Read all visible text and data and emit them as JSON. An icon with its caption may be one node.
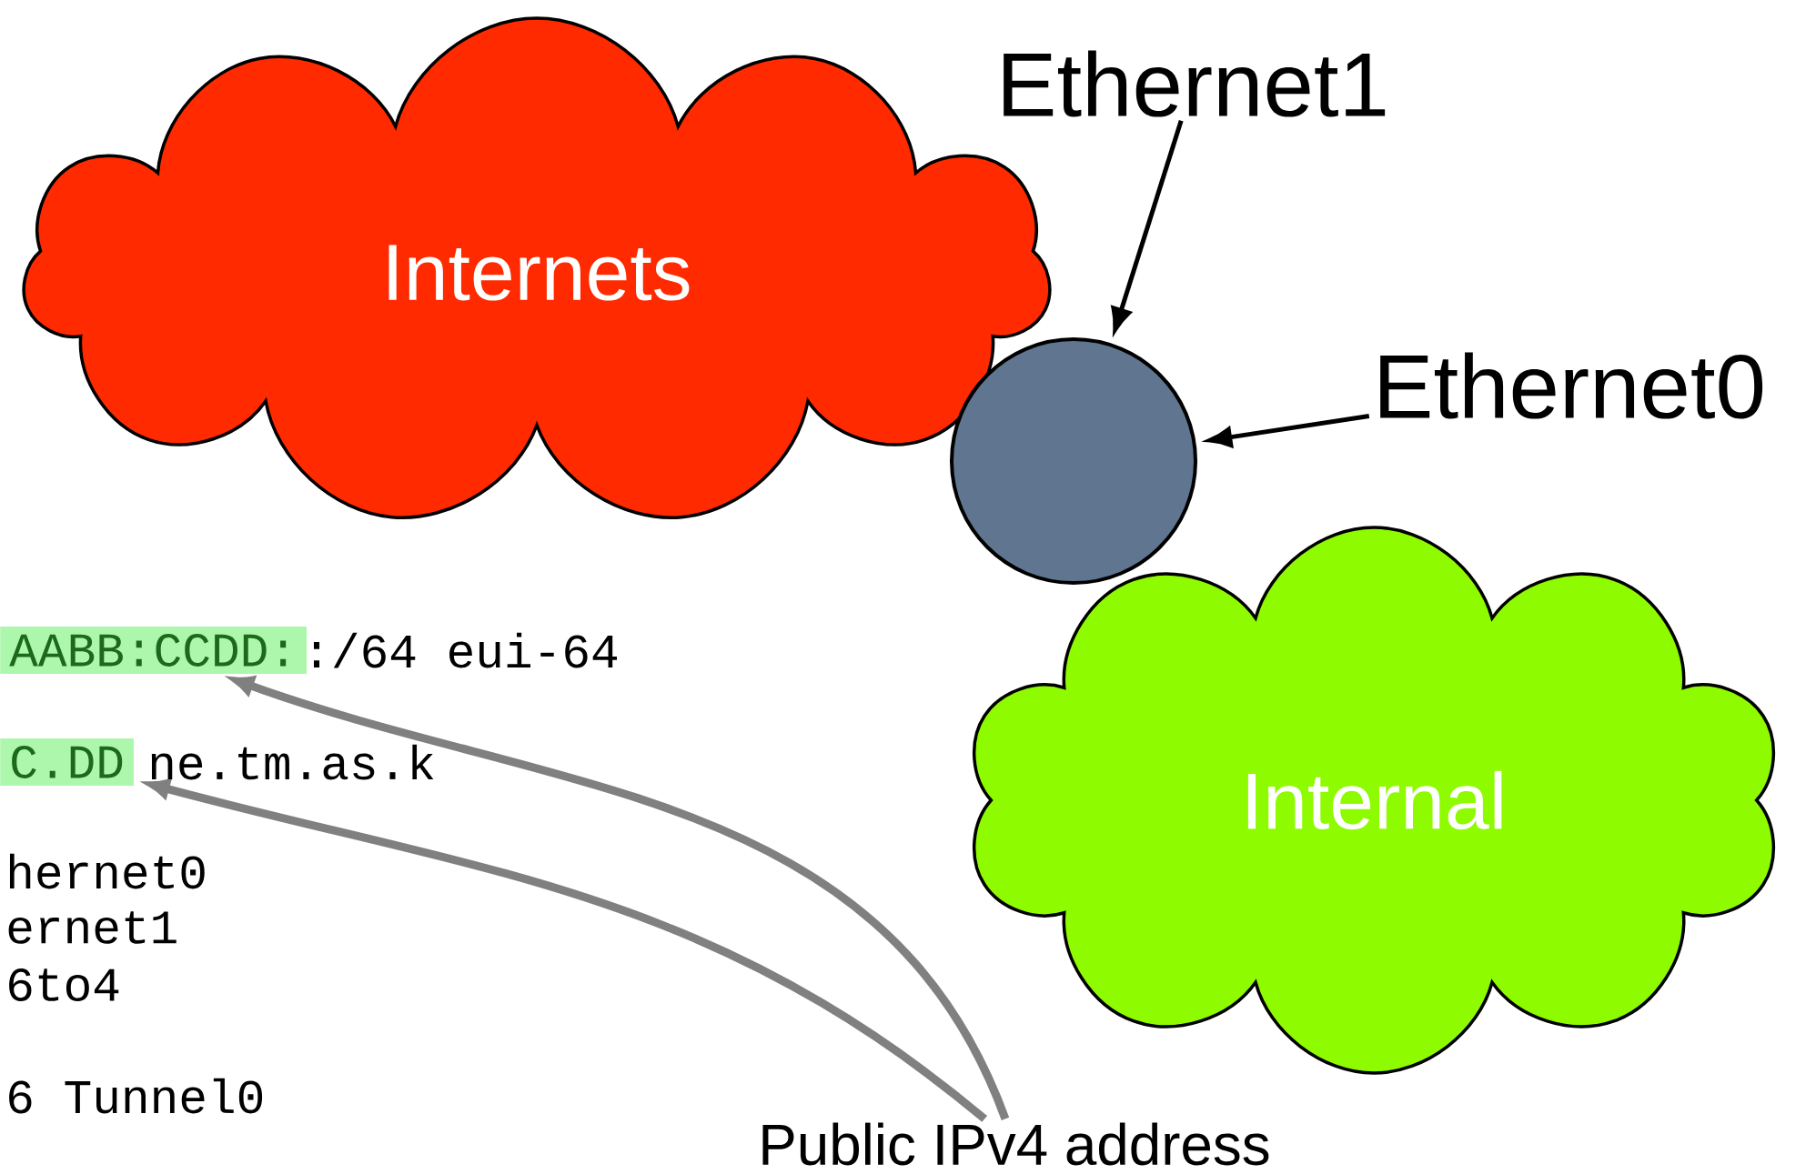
{
  "diagram": {
    "nodes": [
      {
        "text": [
          "Internets"
        ]
      },
      {
        "text": [],
        "shape": "circle"
      },
      {
        "text": [
          "Internal"
        ]
      },
      {
        "text": [
          "Ethernet1"
        ]
      },
      {
        "text": [
          "Ethernet0"
        ]
      },
      {
        "text": [
          "AABB:CCDD:"
        ]
      },
      {
        "text": [
          "C.DD"
        ]
      },
      {
        "text": [
          "Public IPv4 address"
        ]
      }
    ],
    "edges": [
      {
        "from": 3,
        "to": 1,
        "arrow": "to"
      },
      {
        "from": 4,
        "to": 1,
        "arrow": "to"
      },
      {
        "from": 7,
        "to": 5,
        "arrow": "to",
        "style": "thick",
        "color": "#808080"
      },
      {
        "from": 7,
        "to": 6,
        "arrow": "to",
        "style": "thick",
        "color": "#808080"
      }
    ],
    "labels": [
      ":/64 eui-64",
      "ne.tm.as.k",
      "hernet0",
      "ernet1",
      "6to4",
      "6 Tunnel0"
    ]
  }
}
